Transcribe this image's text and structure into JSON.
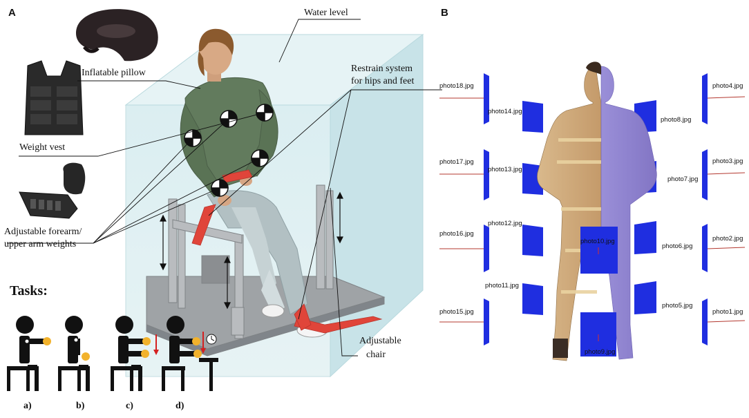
{
  "panels": {
    "a": "A",
    "b": "B"
  },
  "labels": {
    "water_level": "Water level",
    "inflatable_pillow": "Inflatable pillow",
    "restrain_line1": "Restrain system",
    "restrain_line2": "for hips and feet",
    "weight_vest": "Weight vest",
    "forearm_line1": "Adjustable forearm/",
    "forearm_line2": "upper arm weights",
    "chair_line1": "Adjustable",
    "chair_line2": "chair"
  },
  "tasks": {
    "title": "Tasks:",
    "items": [
      "a)",
      "b)",
      "c)",
      "d)"
    ]
  },
  "photos": [
    "photo1.jpg",
    "photo2.jpg",
    "photo3.jpg",
    "photo4.jpg",
    "photo5.jpg",
    "photo6.jpg",
    "photo7.jpg",
    "photo8.jpg",
    "photo9.jpg",
    "photo10.jpg",
    "photo11.jpg",
    "photo12.jpg",
    "photo13.jpg",
    "photo14.jpg",
    "photo15.jpg",
    "photo16.jpg",
    "photo17.jpg",
    "photo18.jpg"
  ],
  "colors": {
    "water": "#cfe8ec",
    "water_edge": "#a9cfd6",
    "camera": "#1f2ee0",
    "task_accent": "#f2b22c",
    "task_red": "#d42020",
    "sweater": "#5f7a5b",
    "jeans": "#a9b8bc",
    "strap": "#e0453a",
    "scan_skin": "#c9a77a",
    "scan_mesh": "#8b80cf"
  }
}
